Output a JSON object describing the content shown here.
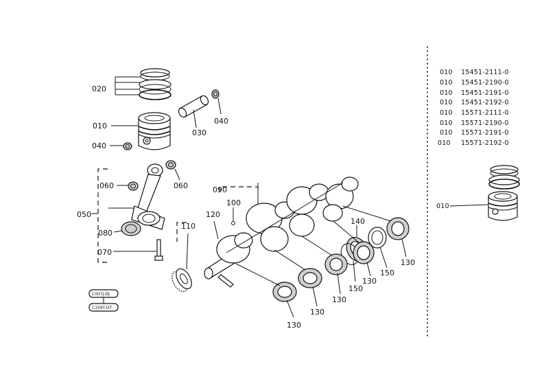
{
  "callouts": {
    "c020": "020",
    "c010": "010",
    "c040a": "040",
    "c030": "030",
    "c040b": "040",
    "c060a": "060",
    "c060b": "060",
    "c050": "050",
    "c080": "080",
    "c070": "070",
    "c090": "090",
    "c100": "100",
    "c110": "110",
    "c120": "120",
    "c140": "140",
    "c130_bearing_1": "130",
    "c130_bearing_2": "130",
    "c130_bearing_3": "130",
    "c130_bearing_4": "130",
    "c130_bearing_5": "130",
    "c150_a": "150",
    "c150_b": "150",
    "c010_inset": "010"
  },
  "stamps": {
    "upper": "C007J-DJ",
    "lower": "C339T-DT"
  },
  "part_table": [
    {
      "ref": "010",
      "part_no": "15451-2111-0"
    },
    {
      "ref": "010",
      "part_no": "15451-2190-0"
    },
    {
      "ref": "010",
      "part_no": "15451-2191-0"
    },
    {
      "ref": "010",
      "part_no": "15451-2192-0"
    },
    {
      "ref": "010",
      "part_no": "15571-2111-0"
    },
    {
      "ref": "010",
      "part_no": "15571-2190-0"
    },
    {
      "ref": "010",
      "part_no": "15571-2191-0"
    },
    {
      "ref": "010",
      "part_no": "15571-2192-0"
    }
  ]
}
